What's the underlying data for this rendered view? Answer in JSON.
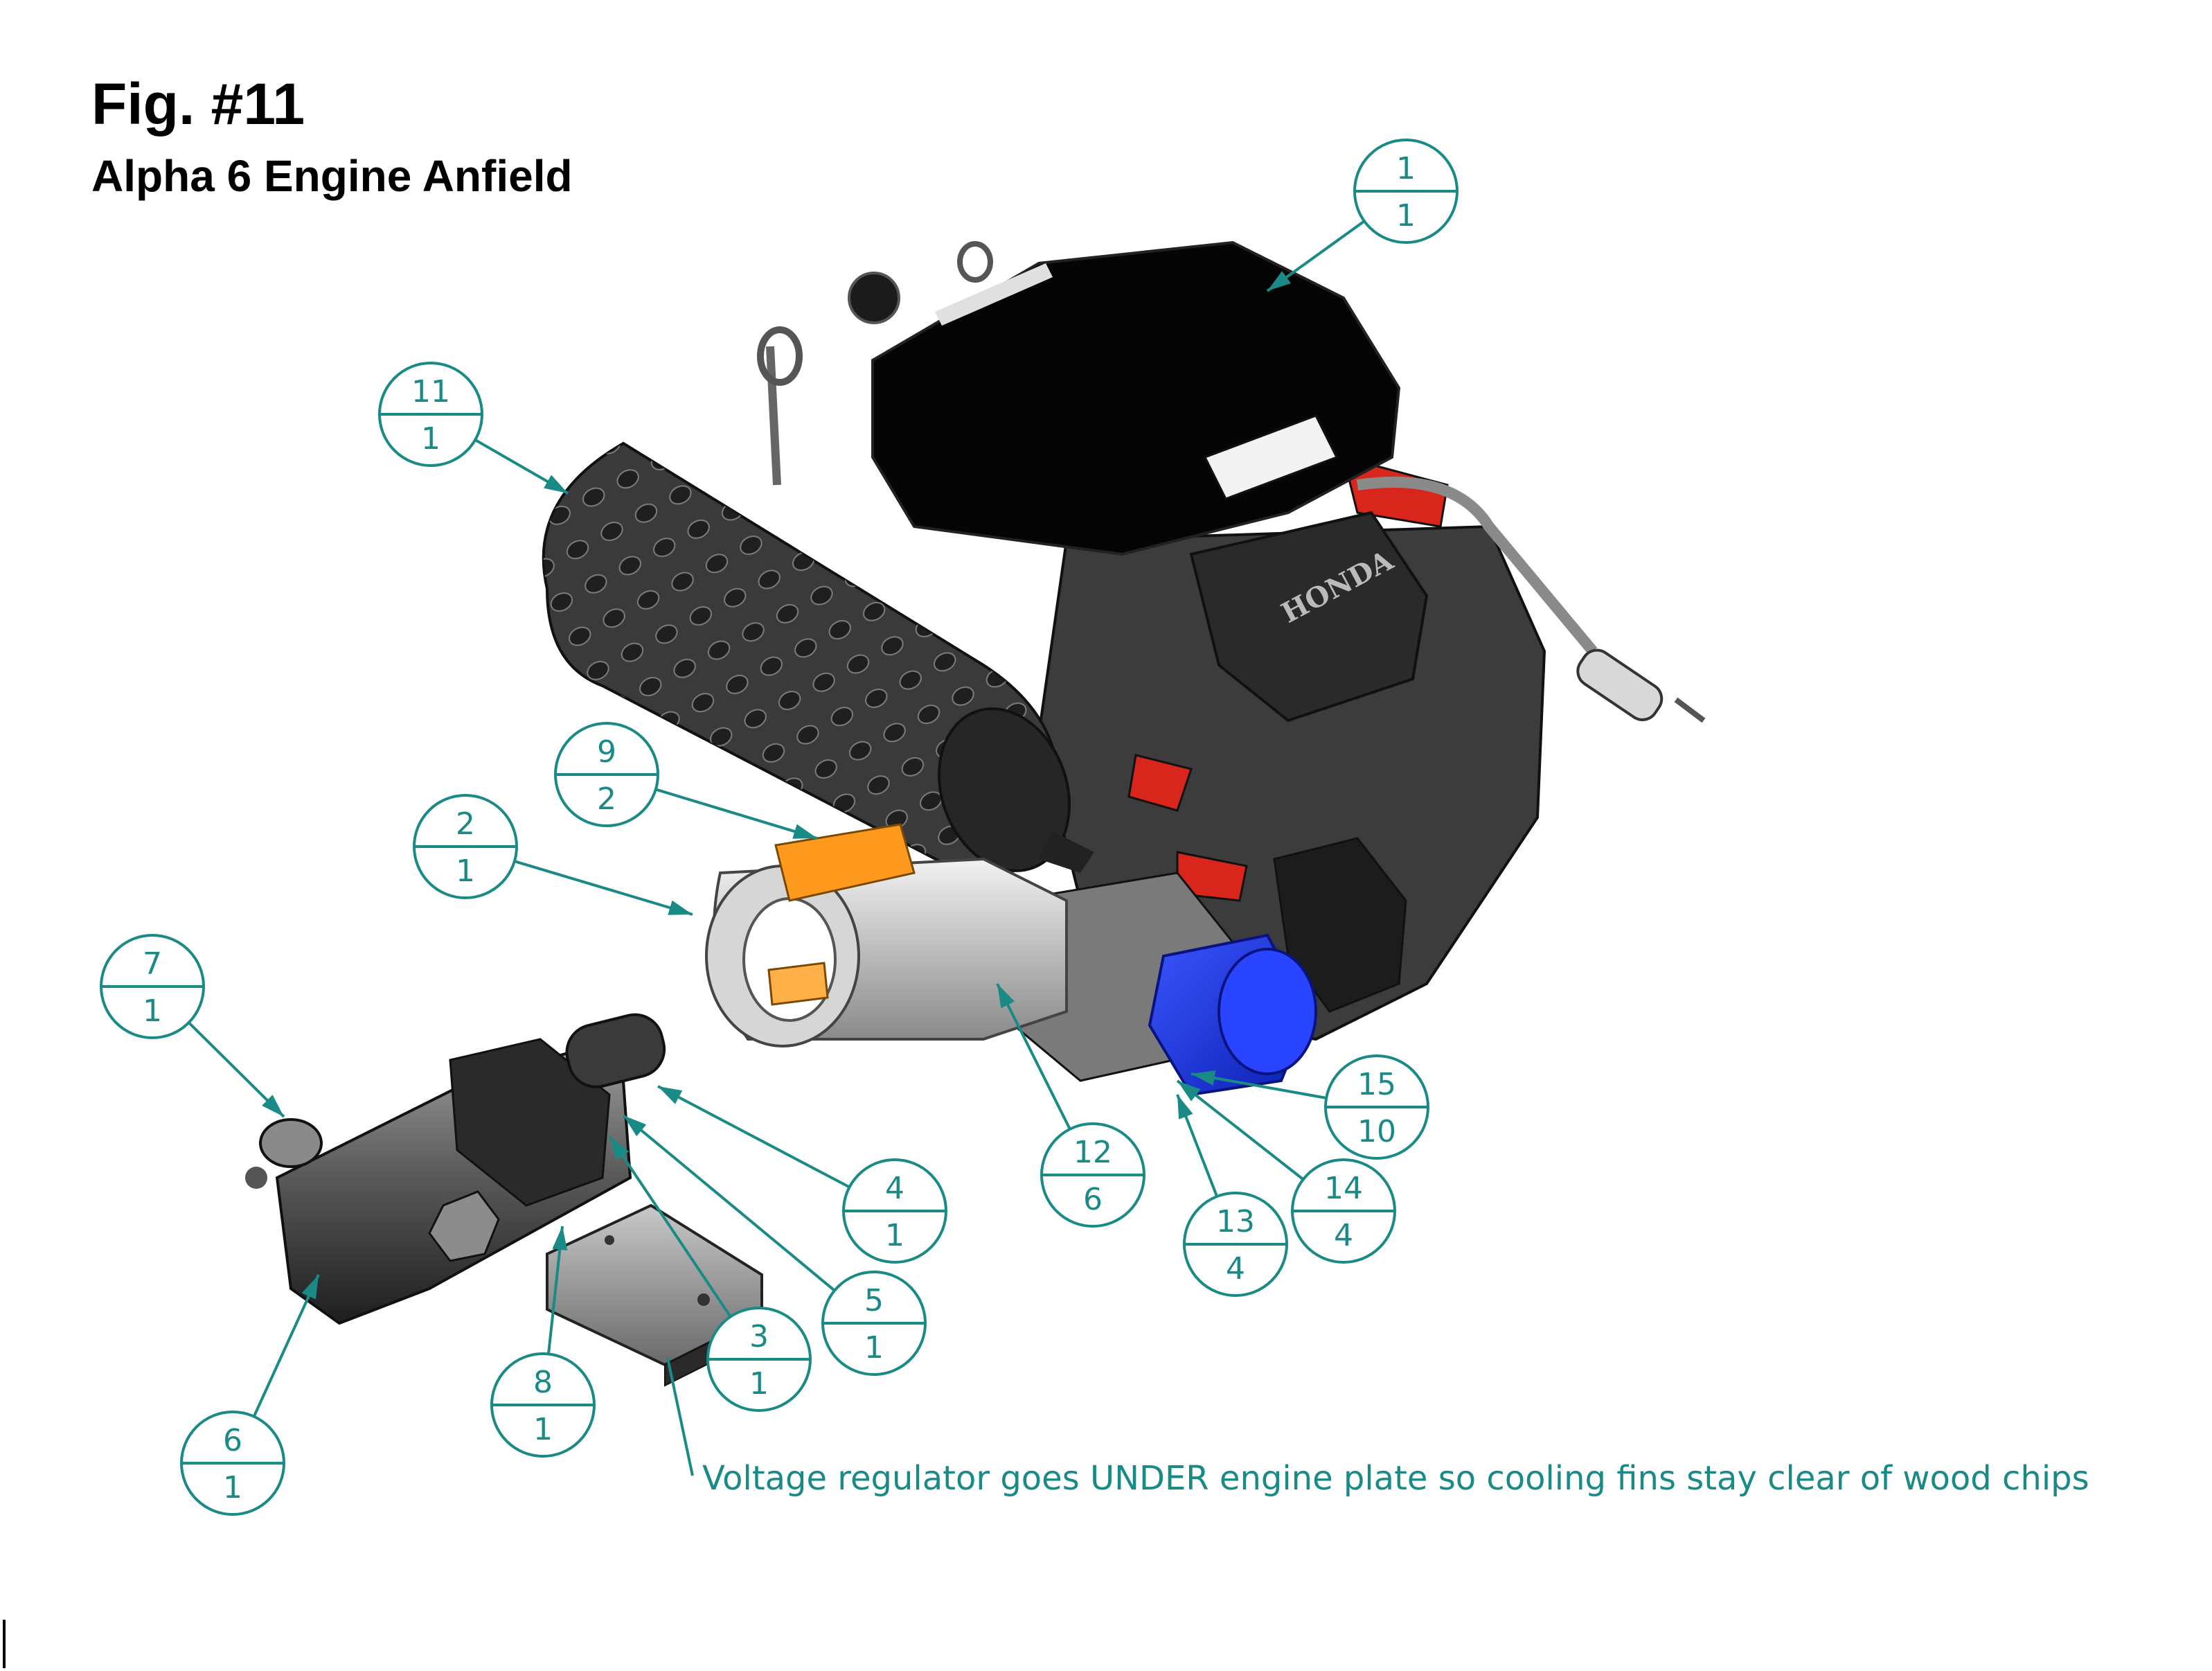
{
  "figure": {
    "title": "Fig. #11",
    "subtitle": "Alpha 6 Engine Anfield"
  },
  "colors": {
    "callout": "#1a8a86",
    "engine_shroud": "#050505",
    "muffler": "#3a3a3a",
    "coupling_bell": "#bdbdbd",
    "coupling_insert": "#ff9a1f",
    "oil_filter": "#1f3cff",
    "engine_red_accent": "#d8261c",
    "pump_body": "#4a4a4a"
  },
  "note": "Voltage regulator goes UNDER engine plate so cooling fins stay clear of wood chips",
  "balloons": [
    {
      "item": "1",
      "qty": "1"
    },
    {
      "item": "11",
      "qty": "1"
    },
    {
      "item": "9",
      "qty": "2"
    },
    {
      "item": "2",
      "qty": "1"
    },
    {
      "item": "7",
      "qty": "1"
    },
    {
      "item": "4",
      "qty": "1"
    },
    {
      "item": "5",
      "qty": "1"
    },
    {
      "item": "3",
      "qty": "1"
    },
    {
      "item": "8",
      "qty": "1"
    },
    {
      "item": "6",
      "qty": "1"
    },
    {
      "item": "12",
      "qty": "6"
    },
    {
      "item": "13",
      "qty": "4"
    },
    {
      "item": "14",
      "qty": "4"
    },
    {
      "item": "15",
      "qty": "10"
    }
  ]
}
